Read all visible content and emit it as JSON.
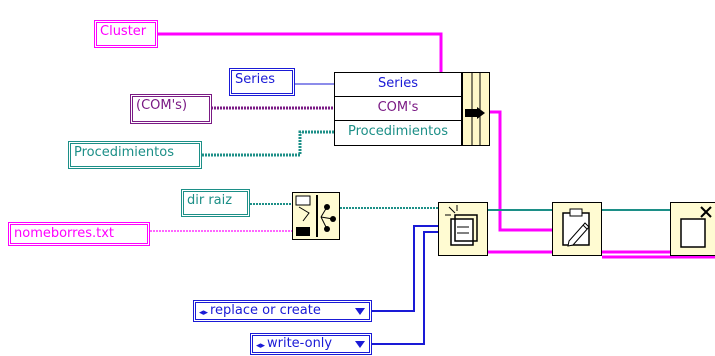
{
  "terminals": {
    "cluster": "Cluster",
    "series": "Series",
    "coms": "(COM's)",
    "procedimientos": "Procedimientos",
    "dir_raiz": "dir raiz",
    "filename": "nomeborres.txt"
  },
  "bundle": {
    "fields": [
      "Series",
      "COM's",
      "Procedimientos"
    ]
  },
  "enums": {
    "operation": "replace or create",
    "access": "write-only"
  },
  "icons": [
    "build-path-icon",
    "open-file-icon",
    "write-file-icon",
    "close-file-icon",
    "bundle-icon"
  ],
  "colors": {
    "cluster_wire": "#ff00ff",
    "string_wire": "#ff66ff",
    "refnum_wire": "#1c8f87",
    "enum_wire": "#1a1ad6",
    "com_wire": "#7a1a84",
    "node_fill": "#fffbd2"
  }
}
